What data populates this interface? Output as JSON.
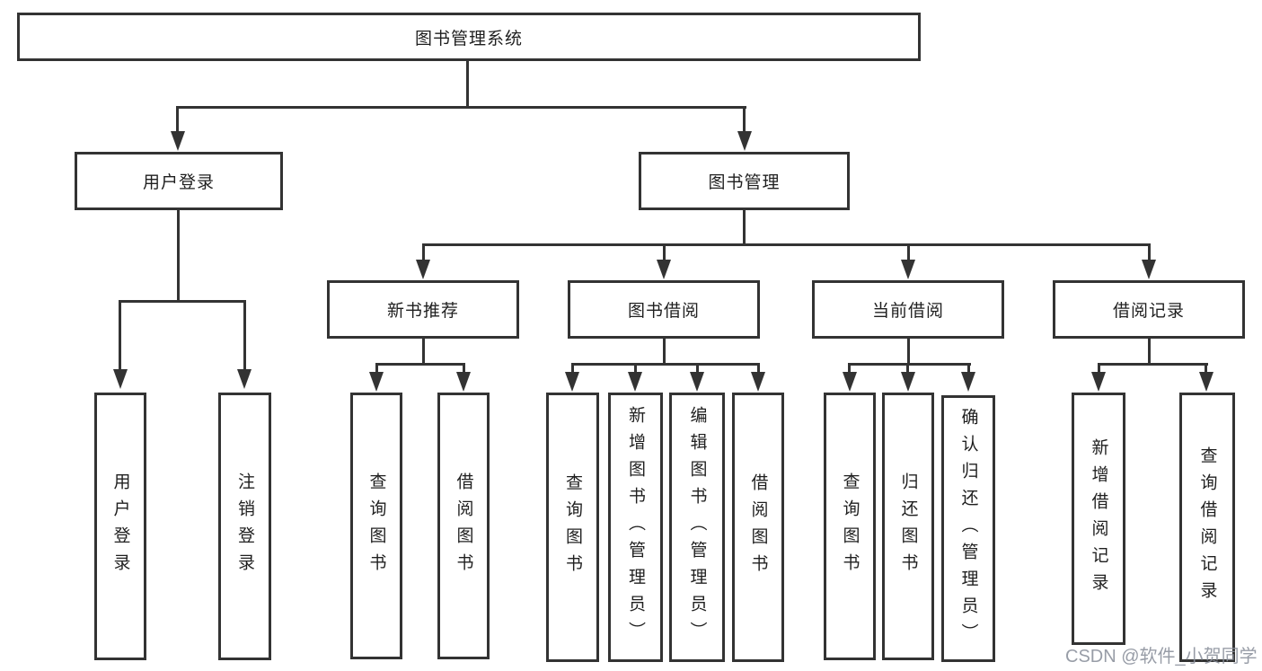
{
  "diagram_title": "图书管理系统",
  "tree": {
    "root": {
      "label": "图书管理系统"
    },
    "branches": [
      {
        "label": "用户登录",
        "children": [
          {
            "label": "用户登录"
          },
          {
            "label": "注销登录"
          }
        ]
      },
      {
        "label": "图书管理",
        "groups": [
          {
            "label": "新书推荐",
            "children": [
              {
                "label": "查询图书"
              },
              {
                "label": "借阅图书"
              }
            ]
          },
          {
            "label": "图书借阅",
            "children": [
              {
                "label": "查询图书"
              },
              {
                "label": "新增图书（管理员）"
              },
              {
                "label": "编辑图书（管理员）"
              },
              {
                "label": "借阅图书"
              }
            ]
          },
          {
            "label": "当前借阅",
            "children": [
              {
                "label": "查询图书"
              },
              {
                "label": "归还图书"
              },
              {
                "label": "确认归还（管理员）"
              }
            ]
          },
          {
            "label": "借阅记录",
            "children": [
              {
                "label": "新增借阅记录"
              },
              {
                "label": "查询借阅记录"
              }
            ]
          }
        ]
      }
    ]
  },
  "watermark": {
    "text": "CSDN @软件_小贺同学"
  },
  "colors": {
    "line": "#333333",
    "text": "#1f1f1f",
    "watermark": "#8a8f9b",
    "background": "#ffffff"
  }
}
